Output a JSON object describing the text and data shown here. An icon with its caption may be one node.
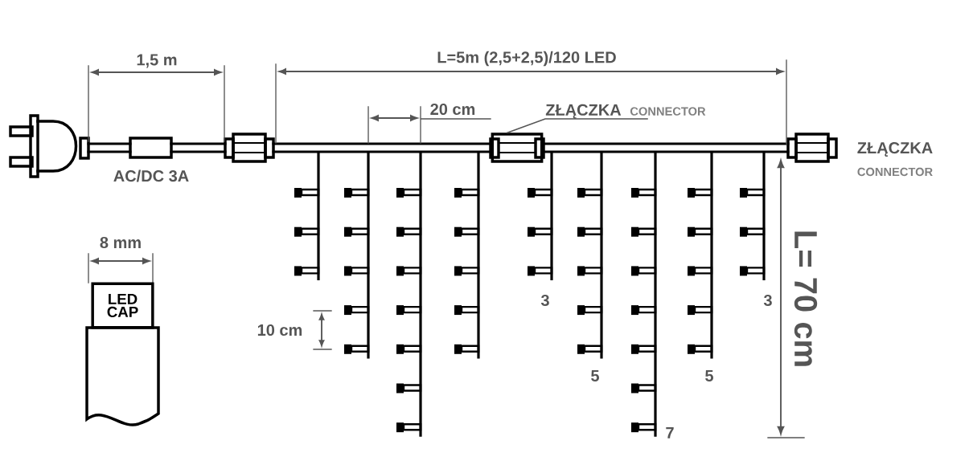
{
  "diagram": {
    "nodes": [
      {
        "text": [
          "ZŁĄCZKA",
          "CONNECTOR"
        ]
      },
      {
        "text": [],
        "shape": "box"
      },
      {
        "text": [
          "LED CAP"
        ]
      }
    ],
    "edges": [
      {
        "from": 0,
        "to": 1,
        "arrow": "none"
      }
    ],
    "labels": [
      "1,5 m",
      "L=5m (2,5+2,5)/120 LED",
      "20 cm",
      "ZŁĄCZKA",
      "CONNECTOR",
      "AC/DC 3A",
      "8 mm",
      "L= 70 cm",
      "3",
      "3",
      "10 cm",
      "5",
      "5",
      "7"
    ]
  }
}
